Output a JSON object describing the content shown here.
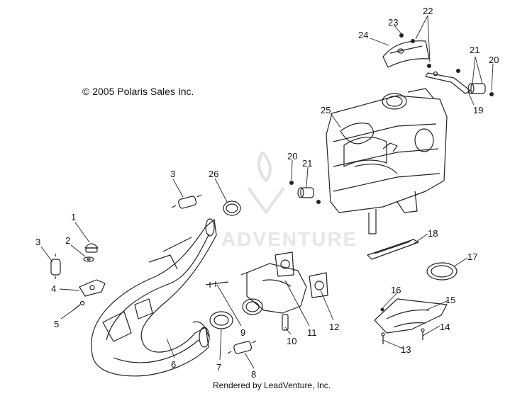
{
  "copyright": "© 2005 Polaris Sales Inc.",
  "footer": "Rendered by LeadVenture, Inc.",
  "watermark": "ADVENTURE",
  "callouts": [
    "1",
    "2",
    "3",
    "3",
    "4",
    "5",
    "6",
    "7",
    "8",
    "9",
    "10",
    "11",
    "12",
    "13",
    "14",
    "15",
    "16",
    "17",
    "18",
    "19",
    "20",
    "20",
    "21",
    "21",
    "22",
    "23",
    "24",
    "25",
    "26"
  ]
}
